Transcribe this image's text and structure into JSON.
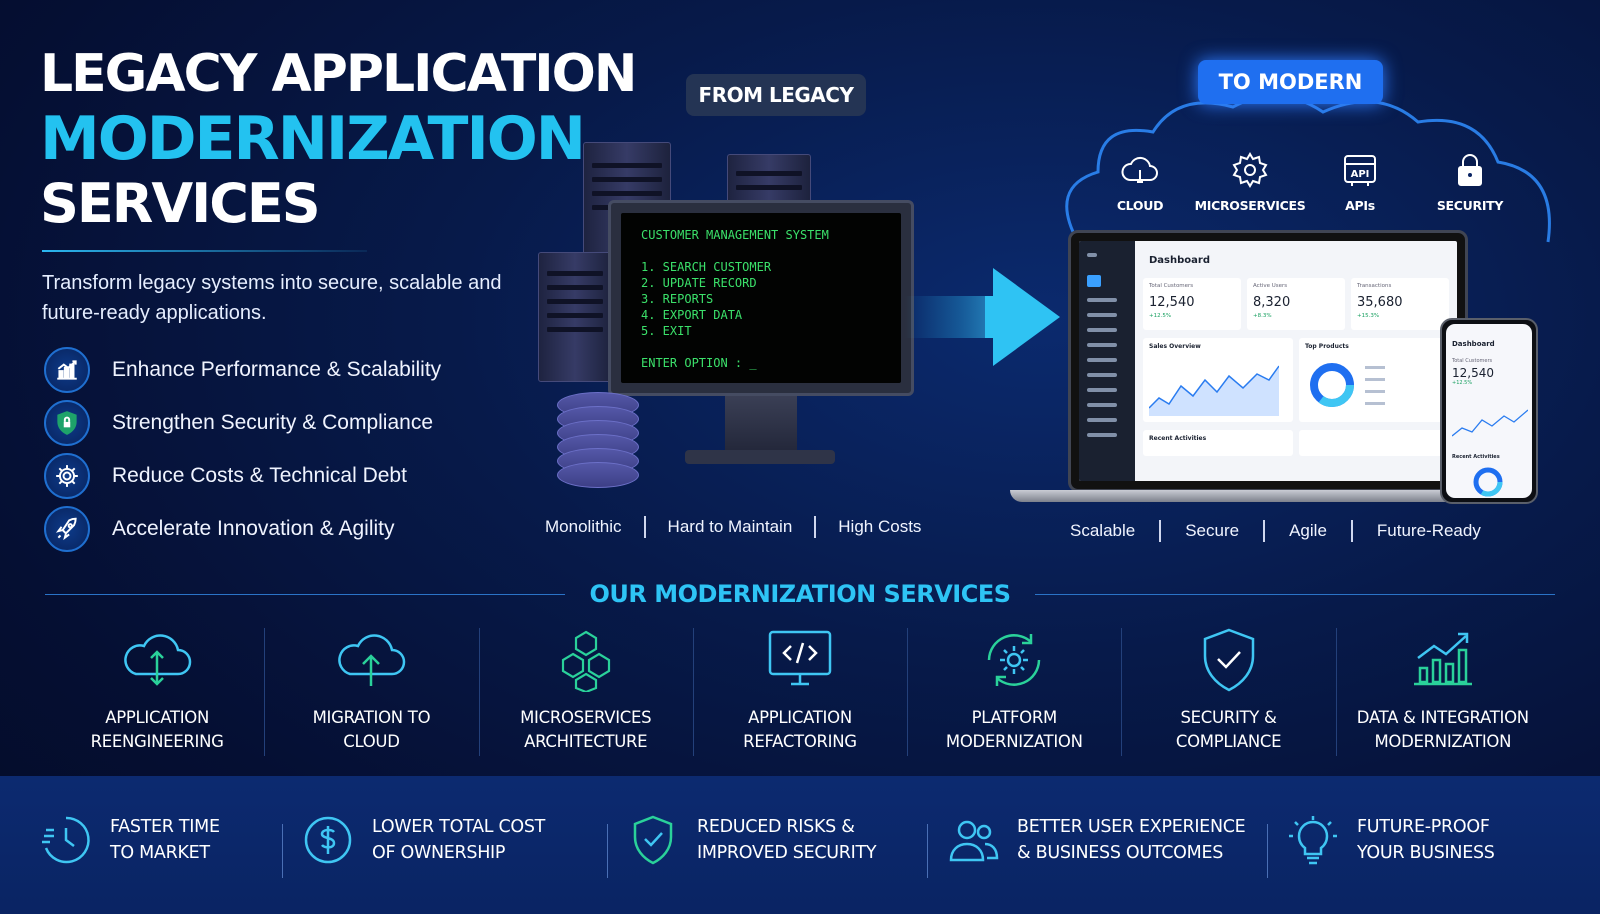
{
  "header": {
    "line1": "LEGACY APPLICATION",
    "line2": "MODERNIZATION",
    "line3": "SERVICES",
    "subtitle": "Transform legacy systems into secure, scalable and future-ready applications."
  },
  "benefits": [
    {
      "icon": "chart-growth-icon",
      "label": "Enhance Performance & Scalability"
    },
    {
      "icon": "shield-lock-icon",
      "label": "Strengthen Security & Compliance"
    },
    {
      "icon": "gear-icon",
      "label": "Reduce Costs & Technical Debt"
    },
    {
      "icon": "rocket-icon",
      "label": "Accelerate Innovation & Agility"
    }
  ],
  "legacy": {
    "badge": "FROM LEGACY",
    "terminal": {
      "title": "CUSTOMER MANAGEMENT SYSTEM",
      "options": [
        "1. SEARCH CUSTOMER",
        "2. UPDATE RECORD",
        "3. REPORTS",
        "4. EXPORT DATA",
        "5. EXIT"
      ],
      "prompt": "ENTER OPTION : _"
    },
    "tags": [
      "Monolithic",
      "Hard to Maintain",
      "High Costs"
    ]
  },
  "modern": {
    "badge": "TO MODERN",
    "icons": [
      {
        "icon": "cloud-icon",
        "label": "CLOUD"
      },
      {
        "icon": "gear-icon",
        "label": "MICROSERVICES"
      },
      {
        "icon": "api-icon",
        "label": "APIs",
        "badge": "API"
      },
      {
        "icon": "lock-icon",
        "label": "SECURITY"
      }
    ],
    "dashboard": {
      "title": "Dashboard",
      "kpis": [
        {
          "label": "Total Customers",
          "value": "12,540",
          "delta": "+12.5%"
        },
        {
          "label": "Active Users",
          "value": "8,320",
          "delta": "+8.3%"
        },
        {
          "label": "Transactions",
          "value": "35,680",
          "delta": "+15.3%"
        }
      ],
      "sales_title": "Sales Overview",
      "products_title": "Top Products",
      "activities_title": "Recent Activities"
    },
    "phone": {
      "title": "Dashboard",
      "kpi_label": "Total Customers",
      "kpi_value": "12,540",
      "kpi_delta": "+12.5%",
      "activity_title": "Recent Activities"
    },
    "tags": [
      "Scalable",
      "Secure",
      "Agile",
      "Future-Ready"
    ]
  },
  "services": {
    "title": "OUR MODERNIZATION SERVICES",
    "items": [
      {
        "icon": "cloud-sync-icon",
        "line1": "APPLICATION",
        "line2": "REENGINEERING"
      },
      {
        "icon": "cloud-upload-icon",
        "line1": "MIGRATION TO",
        "line2": "CLOUD"
      },
      {
        "icon": "cubes-icon",
        "line1": "MICROSERVICES",
        "line2": "ARCHITECTURE"
      },
      {
        "icon": "code-monitor-icon",
        "line1": "APPLICATION",
        "line2": "REFACTORING"
      },
      {
        "icon": "gear-refresh-icon",
        "line1": "PLATFORM",
        "line2": "MODERNIZATION"
      },
      {
        "icon": "shield-check-icon",
        "line1": "SECURITY &",
        "line2": "COMPLIANCE"
      },
      {
        "icon": "bar-chart-icon",
        "line1": "DATA & INTEGRATION",
        "line2": "MODERNIZATION"
      }
    ]
  },
  "outcomes": [
    {
      "icon": "clock-fast-icon",
      "label": "FASTER TIME\nTO MARKET"
    },
    {
      "icon": "dollar-icon",
      "label": "LOWER TOTAL COST\nOF OWNERSHIP"
    },
    {
      "icon": "shield-check-icon",
      "label": "REDUCED RISKS &\nIMPROVED SECURITY"
    },
    {
      "icon": "users-icon",
      "label": "BETTER USER EXPERIENCE\n& BUSINESS OUTCOMES"
    },
    {
      "icon": "lightbulb-icon",
      "label": "FUTURE-PROOF\nYOUR BUSINESS"
    }
  ],
  "colors": {
    "accent": "#23c2f0",
    "primary": "#1f6ff0",
    "bg": "#071a4a",
    "terminal_green": "#3be06a"
  }
}
